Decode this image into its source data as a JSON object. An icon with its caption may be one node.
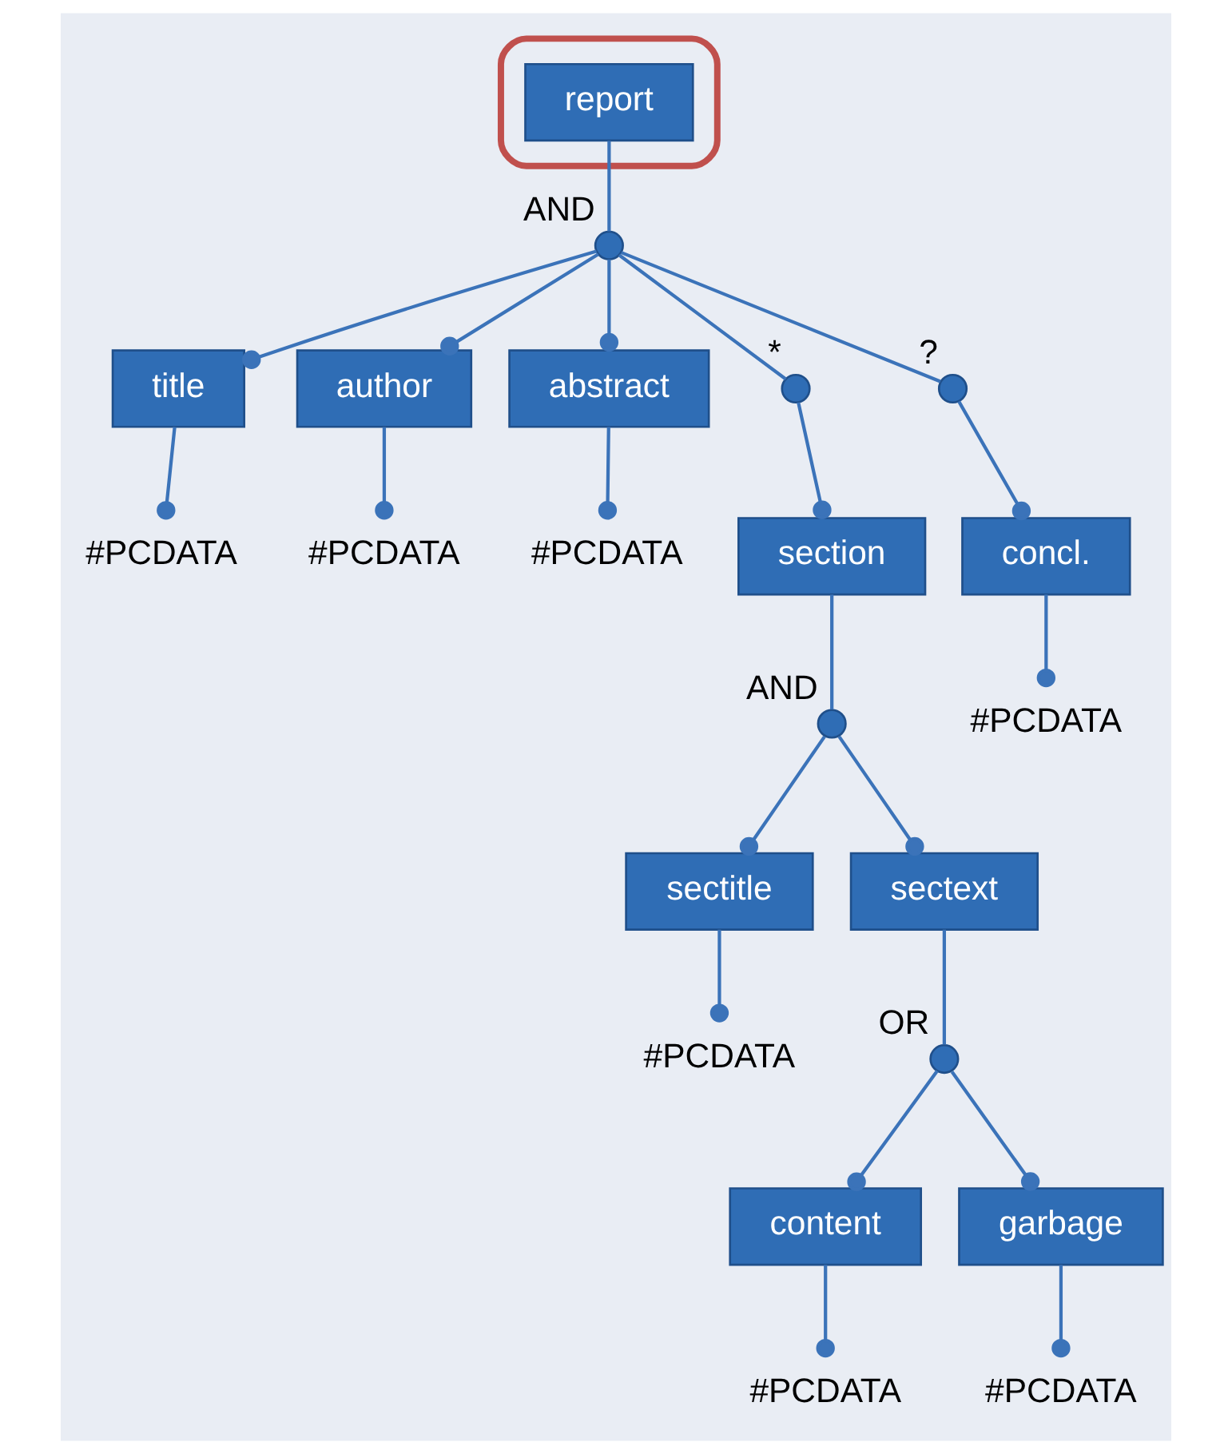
{
  "diagram": {
    "nodes": [
      {
        "text": [],
        "shape": "ellipse"
      },
      {
        "text": [
          "report"
        ],
        "in": 0
      },
      {
        "text": [],
        "shape": "circle",
        "beside": [
          "AND"
        ]
      },
      {
        "text": [
          "title"
        ]
      },
      {
        "text": [
          "author"
        ]
      },
      {
        "text": [
          "abstract"
        ]
      },
      {
        "text": [],
        "shape": "circle",
        "beside": [
          "*"
        ]
      },
      {
        "text": [],
        "shape": "circle",
        "beside": [
          "?"
        ]
      },
      {
        "text": [
          "#PCDATA"
        ]
      },
      {
        "text": [
          "#PCDATA"
        ]
      },
      {
        "text": [
          "#PCDATA"
        ]
      },
      {
        "text": [
          "section"
        ]
      },
      {
        "text": [
          "concl."
        ]
      },
      {
        "text": [],
        "shape": "circle",
        "beside": [
          "AND"
        ]
      },
      {
        "text": [
          "#PCDATA"
        ]
      },
      {
        "text": [
          "sectitle"
        ]
      },
      {
        "text": [
          "sectext"
        ]
      },
      {
        "text": [
          "#PCDATA"
        ]
      },
      {
        "text": [],
        "shape": "circle",
        "beside": [
          "OR"
        ]
      },
      {
        "text": [
          "content"
        ]
      },
      {
        "text": [
          "garbage"
        ]
      },
      {
        "text": [
          "#PCDATA"
        ]
      },
      {
        "text": [
          "#PCDATA"
        ]
      }
    ],
    "edges": [
      {
        "from": 1,
        "to": 2,
        "arrow": "none"
      },
      {
        "from": 2,
        "to": 3,
        "arrow": "other"
      },
      {
        "from": 2,
        "to": 4,
        "arrow": "other"
      },
      {
        "from": 2,
        "to": 5,
        "arrow": "other"
      },
      {
        "from": 2,
        "to": 6,
        "arrow": "none"
      },
      {
        "from": 2,
        "to": 7,
        "arrow": "none"
      },
      {
        "from": 3,
        "to": 8,
        "arrow": "other"
      },
      {
        "from": 4,
        "to": 9,
        "arrow": "other"
      },
      {
        "from": 5,
        "to": 10,
        "arrow": "other"
      },
      {
        "from": 6,
        "to": 11,
        "arrow": "other"
      },
      {
        "from": 7,
        "to": 12,
        "arrow": "other"
      },
      {
        "from": 11,
        "to": 13,
        "arrow": "none"
      },
      {
        "from": 12,
        "to": 14,
        "arrow": "other"
      },
      {
        "from": 13,
        "to": 15,
        "arrow": "other"
      },
      {
        "from": 13,
        "to": 16,
        "arrow": "other"
      },
      {
        "from": 15,
        "to": 17,
        "arrow": "other"
      },
      {
        "from": 16,
        "to": 18,
        "arrow": "none"
      },
      {
        "from": 18,
        "to": 19,
        "arrow": "other"
      },
      {
        "from": 18,
        "to": 20,
        "arrow": "other"
      },
      {
        "from": 19,
        "to": 21,
        "arrow": "other"
      },
      {
        "from": 20,
        "to": 22,
        "arrow": "other"
      }
    ]
  }
}
